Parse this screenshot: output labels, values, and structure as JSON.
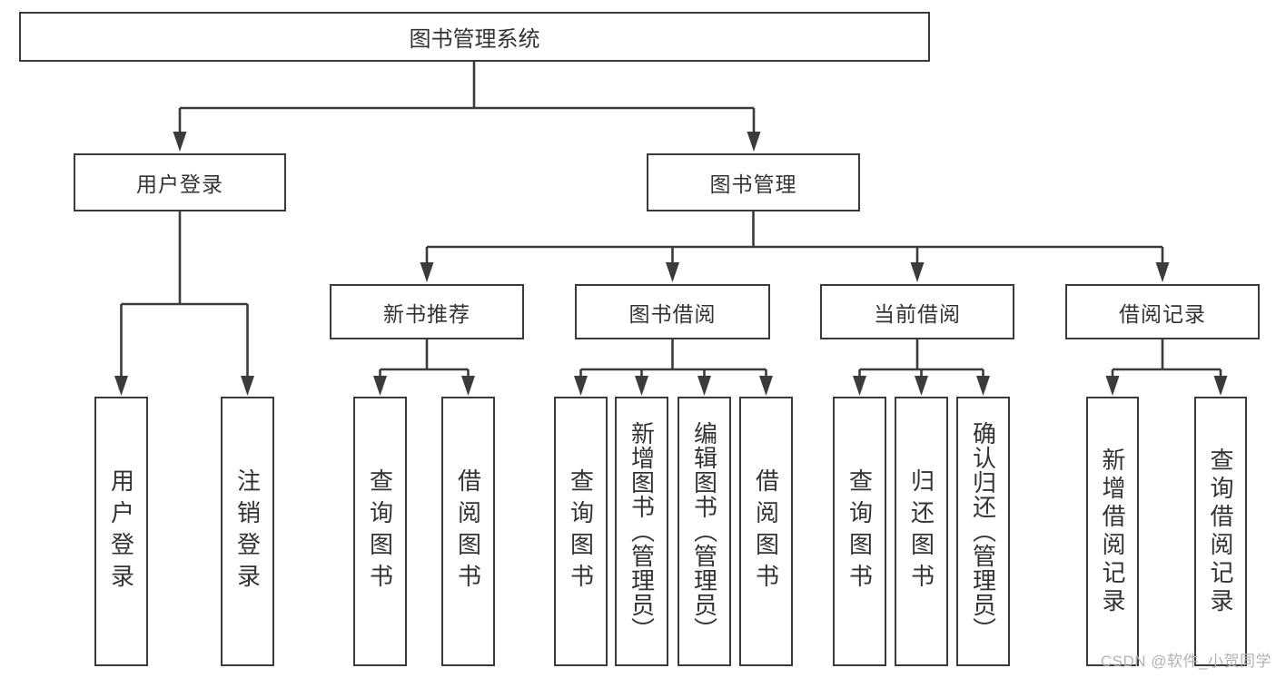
{
  "tree": {
    "root_label": "图书管理系统",
    "level2": [
      "用户登录",
      "图书管理"
    ],
    "level3": [
      "新书推荐",
      "图书借阅",
      "当前借阅",
      "借阅记录"
    ],
    "leaves": {
      "user_login": [
        "用户登录",
        "注销登录"
      ],
      "new_book_rec": [
        "查询图书",
        "借阅图书"
      ],
      "book_borrow": [
        "查询图书",
        "新增图书（管理员）",
        "编辑图书（管理员）",
        "借阅图书"
      ],
      "current_borrow": [
        "查询图书",
        "归还图书",
        "确认归还（管理员）"
      ],
      "borrow_records": [
        "新增借阅记录",
        "查询借阅记录"
      ]
    }
  },
  "colors": {
    "line": "#3b3b3b",
    "text": "#333333",
    "watermark_text": "#b2b2b2",
    "background": "#ffffff"
  },
  "watermark": "CSDN @软件_小贺同学"
}
